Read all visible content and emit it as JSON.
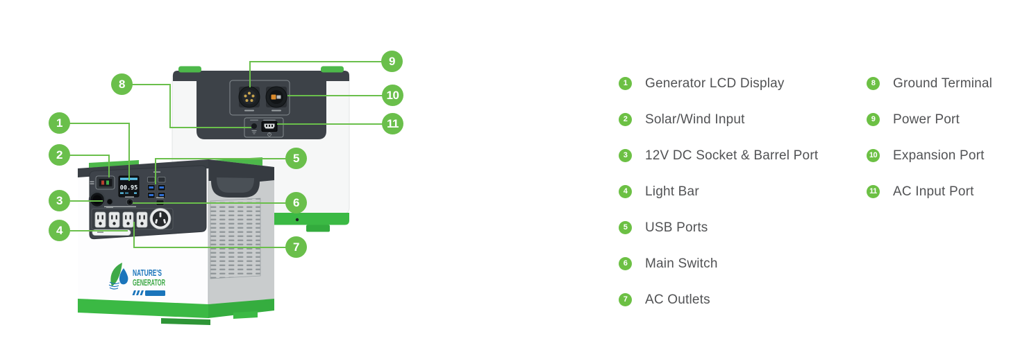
{
  "colors": {
    "callout_green": "#6abf4b",
    "badge_green": "#6cc044",
    "cap_green": "#4db84a",
    "stripe_green": "#3bb944",
    "panel_dark": "#3e434a",
    "legend_text": "#515254",
    "logo_blue": "#1b75bb",
    "logo_green": "#3fa948",
    "lcd_cyan": "#5fc8ef"
  },
  "callouts": [
    {
      "number": "1"
    },
    {
      "number": "2"
    },
    {
      "number": "3"
    },
    {
      "number": "4"
    },
    {
      "number": "5"
    },
    {
      "number": "6"
    },
    {
      "number": "7"
    },
    {
      "number": "8"
    },
    {
      "number": "9"
    },
    {
      "number": "10"
    },
    {
      "number": "11"
    }
  ],
  "legend": {
    "column1": [
      {
        "number": "1",
        "label": "Generator LCD Display"
      },
      {
        "number": "2",
        "label": "Solar/Wind Input"
      },
      {
        "number": "3",
        "label": "12V DC Socket & Barrel Port"
      },
      {
        "number": "4",
        "label": "Light Bar"
      },
      {
        "number": "5",
        "label": "USB Ports"
      },
      {
        "number": "6",
        "label": "Main Switch"
      },
      {
        "number": "7",
        "label": "AC Outlets"
      }
    ],
    "column2": [
      {
        "number": "8",
        "label": "Ground Terminal"
      },
      {
        "number": "9",
        "label": "Power Port"
      },
      {
        "number": "10",
        "label": "Expansion Port"
      },
      {
        "number": "11",
        "label": "AC Input Port"
      }
    ]
  },
  "product": {
    "brand_line1": "NATURE'S",
    "brand_line2": "GENERATOR",
    "lcd_value": "00.95"
  }
}
